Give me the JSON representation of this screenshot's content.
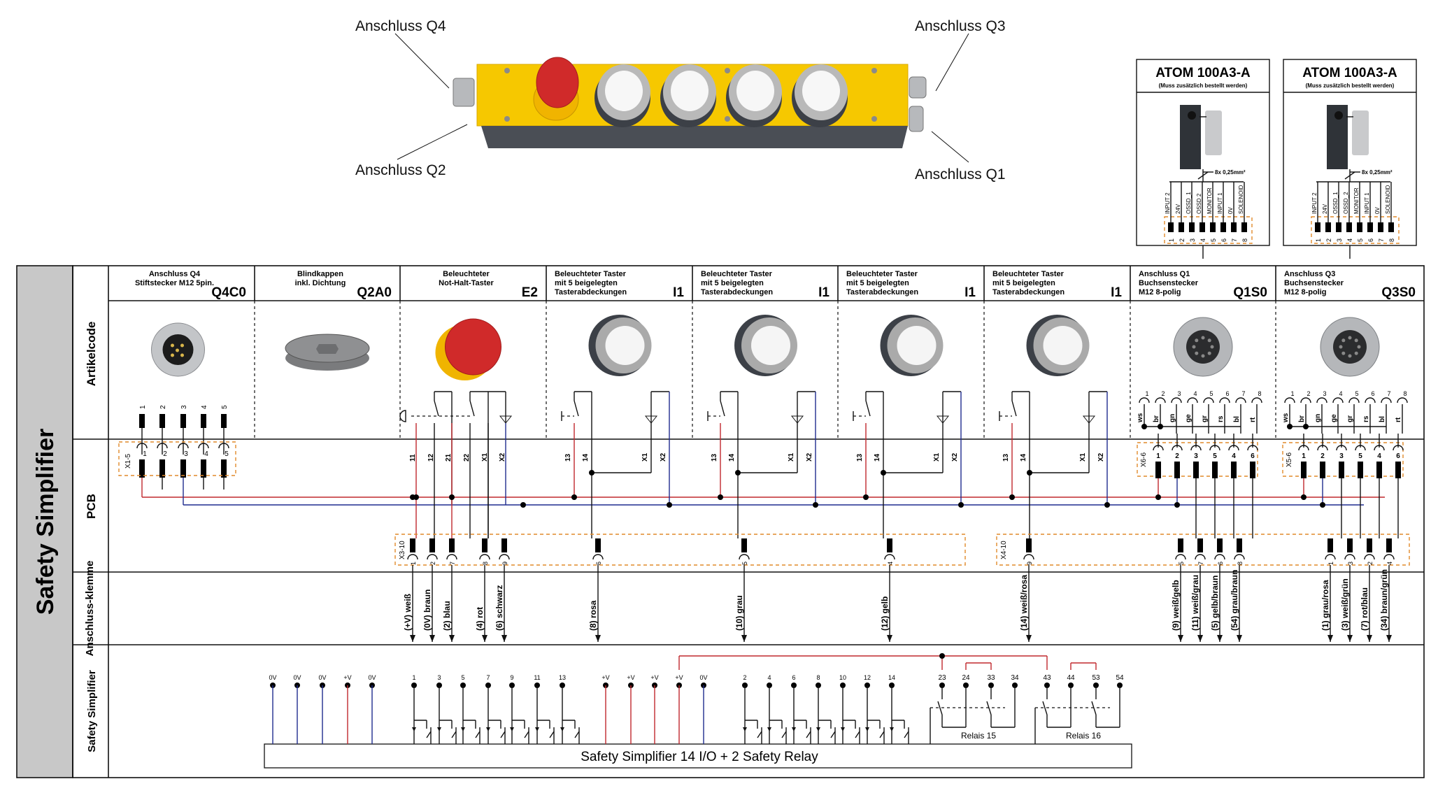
{
  "top_device": {
    "callouts": [
      "Anschluss Q4",
      "Anschluss Q2",
      "Anschluss Q3",
      "Anschluss Q1"
    ],
    "body_color": "#f4c20d",
    "base_color": "#4a4e55",
    "estop_color": "#d02a2a"
  },
  "atom_boxes": [
    {
      "title": "ATOM 100A3-A",
      "subtitle": "(Muss zusätzlich bestellt werden)",
      "cable": "8x 0,25mm²",
      "signals": [
        "INPUT 2",
        "24V",
        "OSSD_1",
        "OSSD 2",
        "MONITOR",
        "INPUT 1",
        "0V",
        "SOLENOID"
      ],
      "pins": [
        "1",
        "2",
        "3",
        "4",
        "5",
        "6",
        "7",
        "8"
      ]
    },
    {
      "title": "ATOM 100A3-A",
      "subtitle": "(Muss zusätzlich bestellt werden)",
      "cable": "8x 0,25mm²",
      "signals": [
        "INPUT 2",
        "24V",
        "OSSD_1",
        "OSSD_2",
        "MONITOR",
        "INPUT 1",
        "0V",
        "SOLENOID"
      ],
      "pins": [
        "1",
        "2",
        "3",
        "4",
        "5",
        "6",
        "7",
        "8"
      ]
    }
  ],
  "side": {
    "main_title": "Safety Simplifier",
    "rows": [
      "Artikelcode",
      "PCB",
      "Anschluss-klemme",
      "Safety Simplifier"
    ]
  },
  "columns": [
    {
      "desc": [
        "Anschluss Q4",
        "Stiftstecker M12 5pin."
      ],
      "code": "Q4C0"
    },
    {
      "desc": [
        "Blindkappen",
        "inkl. Dichtung"
      ],
      "code": "Q2A0"
    },
    {
      "desc": [
        "Beleuchteter",
        "Not-Halt-Taster"
      ],
      "code": "E2"
    },
    {
      "desc": [
        "Beleuchteter Taster",
        "mit 5 beigelegten",
        "Tasterabdeckungen"
      ],
      "code": "I1"
    },
    {
      "desc": [
        "Beleuchteter Taster",
        "mit 5 beigelegten",
        "Tasterabdeckungen"
      ],
      "code": "I1"
    },
    {
      "desc": [
        "Beleuchteter Taster",
        "mit 5 beigelegten",
        "Tasterabdeckungen"
      ],
      "code": "I1"
    },
    {
      "desc": [
        "Beleuchteter Taster",
        "mit 5 beigelegten",
        "Tasterabdeckungen"
      ],
      "code": "I1"
    },
    {
      "desc": [
        "Anschluss Q1",
        "Buchsenstecker",
        "M12 8-polig"
      ],
      "code": "Q1S0"
    },
    {
      "desc": [
        "Anschluss Q3",
        "Buchsenstecker",
        "M12 8-polig"
      ],
      "code": "Q3S0"
    }
  ],
  "q4_pins": [
    "1",
    "2",
    "3",
    "4",
    "5"
  ],
  "m12_wires": [
    "ws",
    "br",
    "gn",
    "ge",
    "gr",
    "rs",
    "bl",
    "rt"
  ],
  "m12_pins": [
    "1",
    "2",
    "3",
    "4",
    "5",
    "6",
    "7",
    "8"
  ],
  "pcb": {
    "x1_label": "X1-5",
    "x3_label": "X3-10",
    "x4_label": "X4-10",
    "x6_label": "X6-6",
    "x5_label": "X5-6",
    "x1_pins": [
      "1",
      "2",
      "3",
      "4",
      "5"
    ],
    "x6_pins": [
      "1",
      "2",
      "3",
      "5",
      "4",
      "6"
    ],
    "x5_pins": [
      "1",
      "2",
      "3",
      "5",
      "4",
      "6"
    ],
    "e2_contacts": [
      "11",
      "12",
      "21",
      "22",
      "X1",
      "X2"
    ],
    "i1_contacts": [
      "13",
      "14",
      "X1",
      "X2"
    ],
    "x3_pins": [
      "1",
      "2",
      "7",
      "8",
      "9",
      "6",
      "5",
      "4"
    ],
    "x4_pins": [
      "9",
      "5",
      "7",
      "6",
      "8",
      "1",
      "3",
      "2",
      "4"
    ]
  },
  "terminals": [
    "(+V) weiß",
    "(0V) braun",
    "(2) blau",
    "(4) rot",
    "(6) schwarz",
    "(8) rosa",
    "(10) grau",
    "(12) gelb",
    "(14) weiß/rosa",
    "(9) weiß/gelb",
    "(11) weiß/grau",
    "(5) gelb/braun",
    "(54) grau/braun",
    "(1)  grau/rosa",
    "(3) weiß/grün",
    "(7) rot/blau",
    "(34) braun/grün"
  ],
  "simplifier": {
    "power_left": [
      "0V",
      "0V",
      "0V",
      "+V",
      "0V"
    ],
    "inputs_odd": [
      "1",
      "3",
      "5",
      "7",
      "9",
      "11",
      "13"
    ],
    "power_mid": [
      "+V",
      "+V",
      "+V",
      "+V",
      "0V"
    ],
    "inputs_even": [
      "2",
      "4",
      "6",
      "8",
      "10",
      "12",
      "14"
    ],
    "relay15_pins": [
      "23",
      "24",
      "33",
      "34"
    ],
    "relay16_pins": [
      "43",
      "44",
      "53",
      "54"
    ],
    "relay15_label": "Relais 15",
    "relay16_label": "Relais 16",
    "box_label": "Safety Simplifier 14 I/O + 2 Safety Relay"
  }
}
